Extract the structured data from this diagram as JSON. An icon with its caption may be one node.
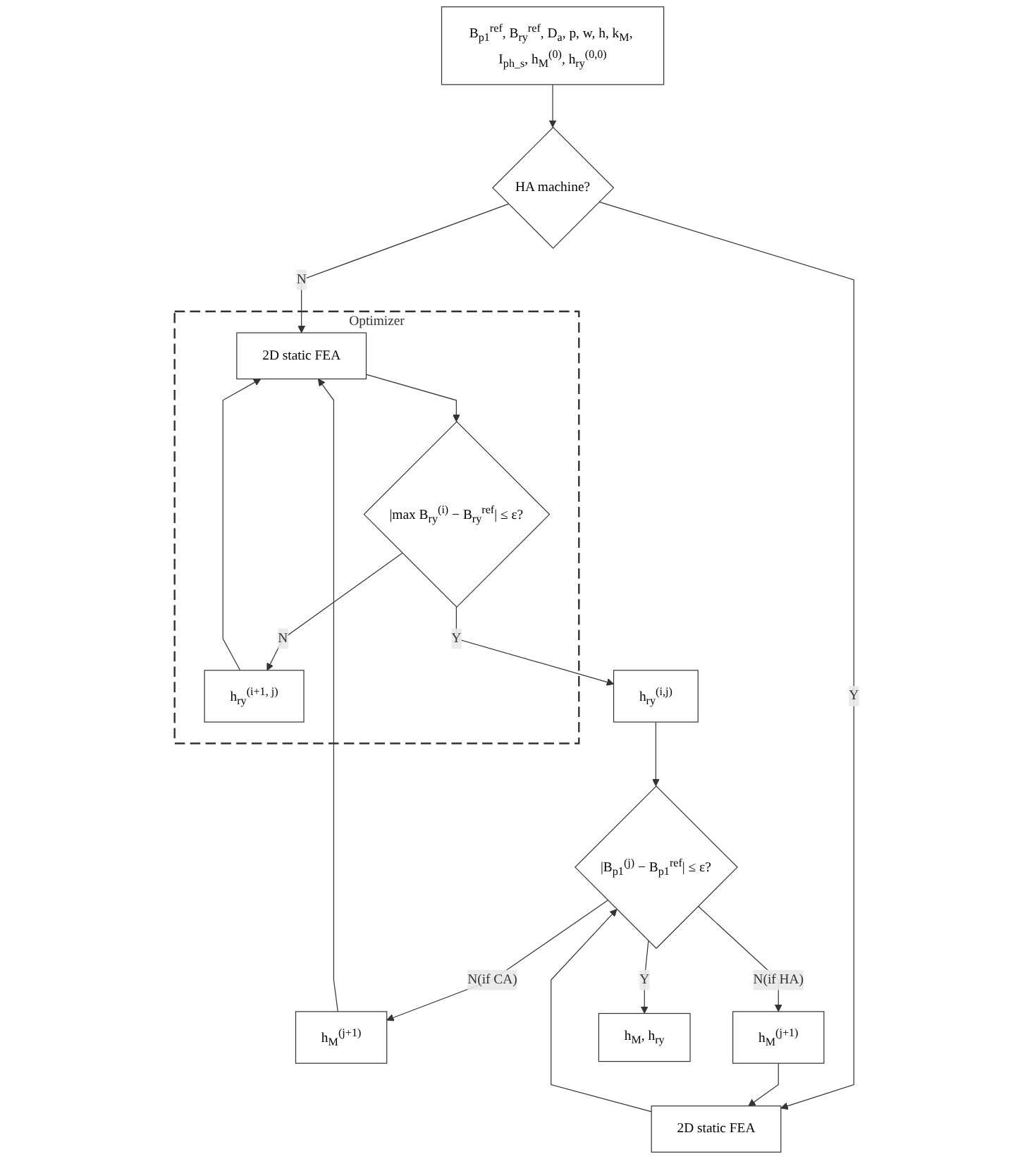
{
  "diagram": {
    "nodes": [
      {
        "text": [
          "B$_{p1}$$^{ref}$, B$_{ry}$$^{ref}$, D$_{a}$, p, w, h, k$_{M}$, I$_{ph_s}$, h$_{M}$$^{(0)}$, h$_{ry}$$^{(0,0)}$"
        ]
      },
      {
        "text": [
          "HA machine?"
        ]
      },
      {
        "text": [
          "Optimizer"
        ]
      },
      {
        "text": [
          "h$_{ry}$$^{(i+1, j)}$"
        ],
        "in": 2
      },
      {
        "text": [
          "2D static FEA"
        ],
        "in": 2
      },
      {
        "text": [
          "|max B$_{ry}$$^{(i)}$ − B$_{ry}$$^{ref}$| ≤ ε?"
        ],
        "in": 2
      },
      {
        "text": [
          "2D static FEA"
        ]
      },
      {
        "text": [
          "h$_{M}$$^{(j+1)}$"
        ]
      },
      {
        "text": [
          "h$_{M}$$^{(j+1)}$"
        ]
      },
      {
        "text": [
          "h$_{ry}$$^{(i,j)}$"
        ]
      },
      {
        "text": [
          "|B$_{p1}$$^{(j)}$ − B$_{p1}$$^{ref}$| ≤ ε?"
        ]
      },
      {
        "text": [
          "h$_{M}$, h$_{ry}$"
        ]
      }
    ],
    "edges": [
      {
        "from": 0,
        "to": 1,
        "arrow": "to"
      },
      {
        "from": 1,
        "to": 4,
        "arrow": "to",
        "label": "N"
      },
      {
        "from": 1,
        "to": 6,
        "arrow": "to",
        "label": "Y"
      },
      {
        "from": 4,
        "to": 5,
        "arrow": "to"
      },
      {
        "from": 5,
        "to": 3,
        "arrow": "to",
        "label": "N"
      },
      {
        "from": 3,
        "to": 4,
        "arrow": "to"
      },
      {
        "from": 5,
        "to": 9,
        "arrow": "to",
        "label": "Y"
      },
      {
        "from": 6,
        "to": 10,
        "arrow": "to"
      },
      {
        "from": 9,
        "to": 10,
        "arrow": "to"
      },
      {
        "from": 10,
        "to": 7,
        "arrow": "to",
        "label": "N(if CA)"
      },
      {
        "from": 10,
        "to": 8,
        "arrow": "to",
        "label": "N(if HA)"
      },
      {
        "from": 7,
        "to": 4,
        "arrow": "to"
      },
      {
        "from": 8,
        "to": 6,
        "arrow": "to"
      },
      {
        "from": 10,
        "to": 11,
        "arrow": "to",
        "label": "Y"
      }
    ]
  }
}
